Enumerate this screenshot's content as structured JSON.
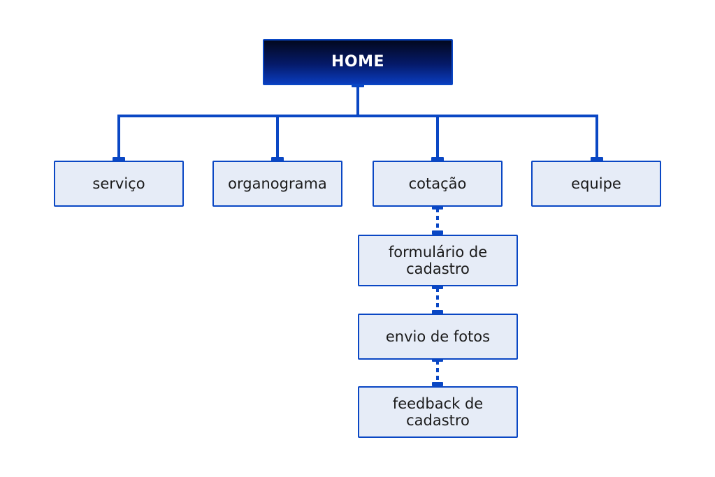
{
  "colors": {
    "line": "#0a47c4",
    "node_fill": "#e6ecf7",
    "home_fill_top": "#02081f",
    "home_fill_bottom": "#0a3cbd",
    "home_text": "#ffffff",
    "node_text": "#1a1a1a"
  },
  "diagram": {
    "root": {
      "label": "HOME"
    },
    "children": [
      {
        "label": "serviço"
      },
      {
        "label": "organograma"
      },
      {
        "label": "cotação"
      },
      {
        "label": "equipe"
      }
    ],
    "cotacao_flow": [
      {
        "label": "formulário de cadastro"
      },
      {
        "label": "envio de fotos"
      },
      {
        "label": "feedback de cadastro"
      }
    ]
  }
}
